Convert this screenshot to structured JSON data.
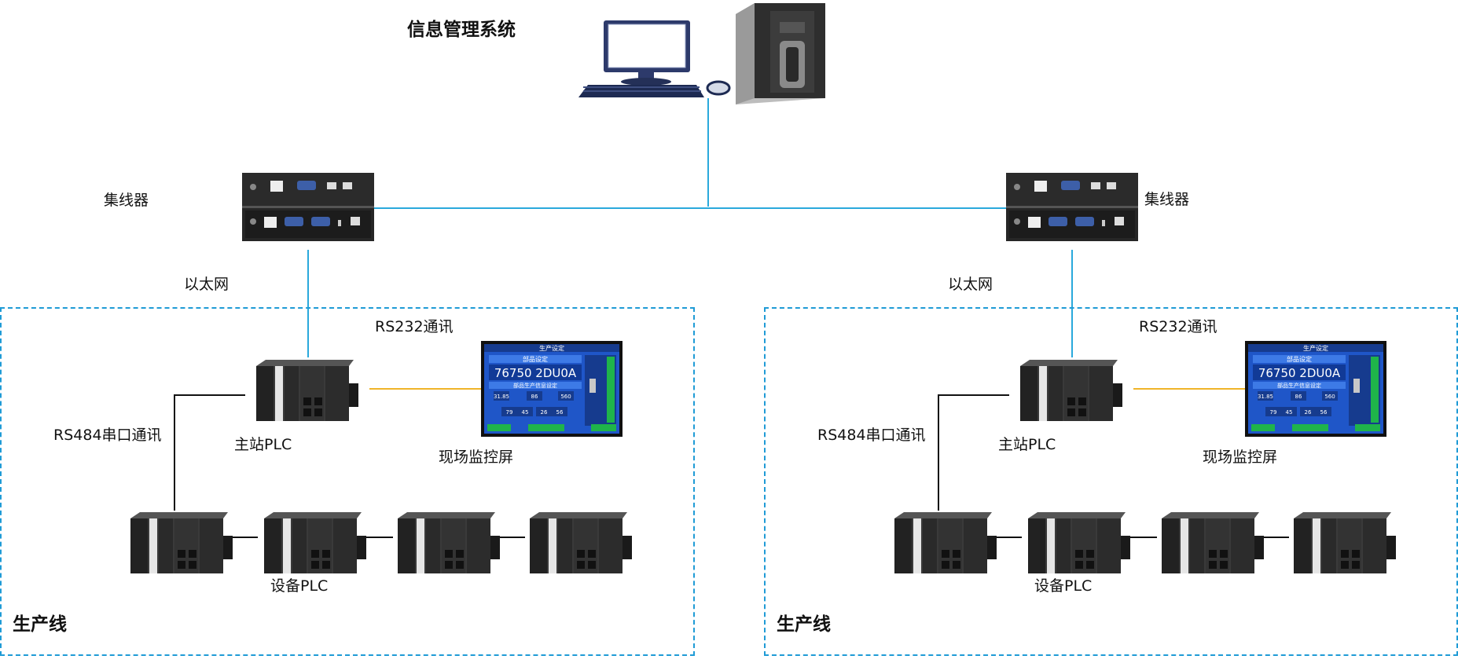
{
  "title": "信息管理系统",
  "hub_label": "集线器",
  "ethernet_label": "以太网",
  "rs232_label": "RS232通讯",
  "rs485_label": "RS484串口通讯",
  "master_plc_label": "主站PLC",
  "monitor_label": "现场监控屏",
  "device_plc_label": "设备PLC",
  "line_label": "生产线",
  "hmi_screen": {
    "header": "生产设定",
    "sub_header": "部品设定",
    "code": "76750  2DU0A",
    "sub_title": "部品生产信息设定",
    "cells": [
      "31.85",
      "86",
      "560",
      "79",
      "45",
      "26",
      "56"
    ]
  },
  "colors": {
    "ethernet_line": "#2aa9dc",
    "rs232_line": "#f0b429",
    "serial_line": "#111111",
    "zone_border": "#1f9bd6",
    "screen_bg": "#1f56c8"
  }
}
